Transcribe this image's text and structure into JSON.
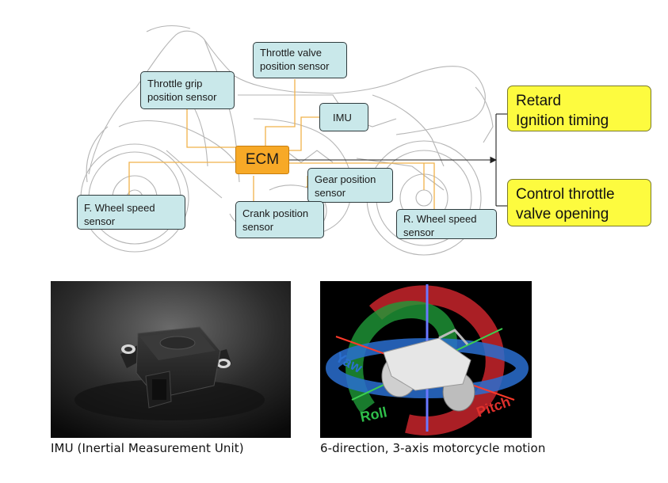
{
  "sensors": {
    "throttle_valve": [
      "Throttle valve",
      "position sensor"
    ],
    "throttle_grip": [
      "Throttle grip",
      "position sensor"
    ],
    "imu": [
      "IMU"
    ],
    "gear_position": [
      "Gear position",
      "sensor"
    ],
    "crank_position": [
      "Crank position",
      "sensor"
    ],
    "front_wheel": [
      "F. Wheel speed",
      "sensor"
    ],
    "rear_wheel": [
      "R. Wheel speed",
      "sensor"
    ]
  },
  "ecm_label": "ECM",
  "outputs": {
    "retard": [
      "Retard",
      "Ignition timing"
    ],
    "throttle_control": [
      "Control throttle",
      "valve opening"
    ]
  },
  "captions": {
    "imu_photo": "IMU (Inertial Measurement Unit)",
    "motion_photo": "6-direction, 3-axis motorcycle motion"
  },
  "motion_labels": {
    "yaw": "Yaw",
    "roll": "Roll",
    "pitch": "Pitch"
  },
  "colors": {
    "sensor_box": "#c9e8ea",
    "ecm_box": "#f7a927",
    "output_box": "#fdfb3f",
    "wire": "#f0b24a",
    "outline": "#b8b8b8"
  }
}
